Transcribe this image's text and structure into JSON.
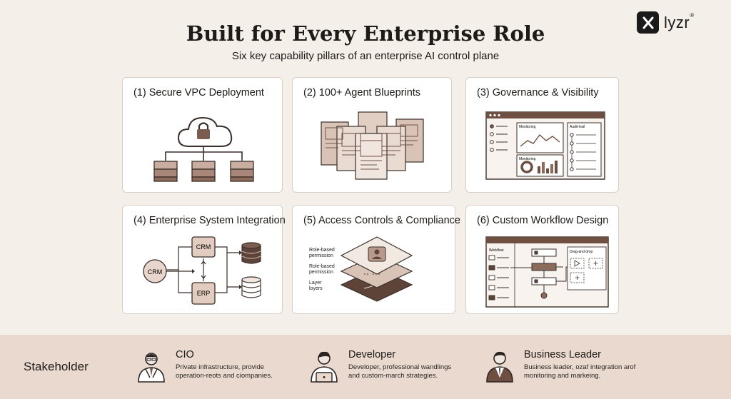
{
  "brand": {
    "name": "lyzr",
    "mark": "®"
  },
  "header": {
    "title": "Built for Every Enterprise Role",
    "subtitle": "Six key capability pillars of an enterprise AI control plane"
  },
  "colors": {
    "accent": "#7a5d50",
    "dark": "#5e4338",
    "light": "#e9d9cf",
    "bg": "#f4efe9"
  },
  "cards": [
    {
      "title": "(1) Secure VPC Deployment",
      "icons": [
        "cloud-lock-icon",
        "server-icon"
      ]
    },
    {
      "title": "(2) 100+ Agent Blueprints",
      "icons": [
        "blueprint-icon"
      ]
    },
    {
      "title": "(3) Governance & Visibility",
      "labels": {
        "monitoring_top": "Monitoring",
        "monitoring_bottom": "Monitoring",
        "audit": "Audit-trail"
      }
    },
    {
      "title": "(4) Enterprise System Integration",
      "labels": {
        "left": "CRM",
        "top": "CRM",
        "bottom": "ERP"
      }
    },
    {
      "title": "(5) Access Controls & Compliance",
      "labels": {
        "l1a": "Role-based",
        "l1b": "permission",
        "l2a": "Role-based",
        "l2b": "permission",
        "l3a": "Layer",
        "l3b": "loyers"
      }
    },
    {
      "title": "(6) Custom Workflow Design",
      "labels": {
        "workflow": "Workflow",
        "dnd": "Drag-and drop"
      }
    }
  ],
  "stakeholders": {
    "label": "Stakeholder",
    "personas": [
      {
        "name": "CIO",
        "description": "Private infrastructure, provide operation-reots and ciompanies.",
        "icon": "cio-avatar-icon"
      },
      {
        "name": "Developer",
        "description": "Developer, professional wandlings and custom-march strategies.",
        "icon": "developer-avatar-icon"
      },
      {
        "name": "Business Leader",
        "description": "Business leader, ozaf integration arof monitoring and markeing.",
        "icon": "business-leader-avatar-icon"
      }
    ]
  }
}
